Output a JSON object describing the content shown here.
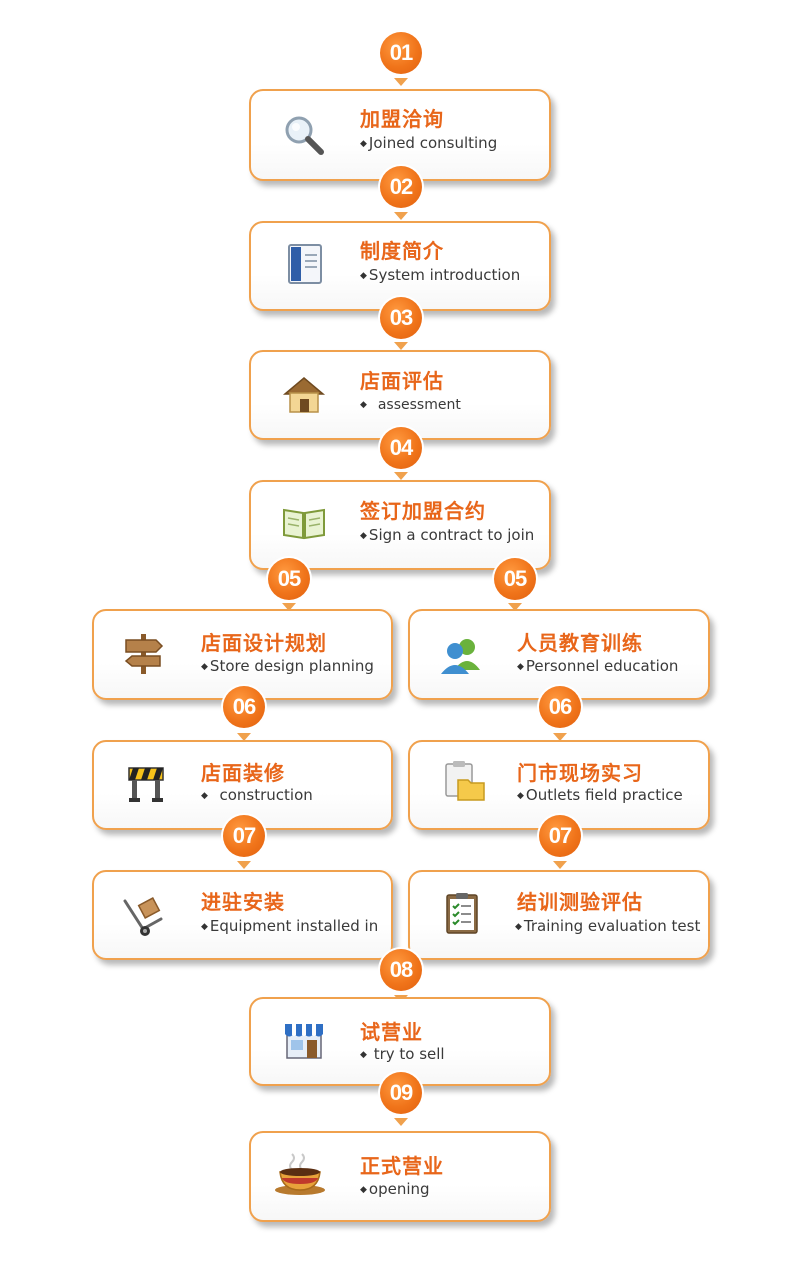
{
  "steps": [
    {
      "num": "01",
      "title": "加盟洽询",
      "subtitle": "Joined consulting",
      "icon": "magnifier-icon"
    },
    {
      "num": "02",
      "title": "制度简介",
      "subtitle": "System introduction",
      "icon": "document-icon"
    },
    {
      "num": "03",
      "title": "店面评估",
      "subtitle": "assessment",
      "icon": "house-icon"
    },
    {
      "num": "04",
      "title": "签订加盟合约",
      "subtitle": "Sign a contract to join",
      "icon": "open-book-icon"
    },
    {
      "num": "05",
      "title": "店面设计规划",
      "subtitle": "Store design planning",
      "icon": "signpost-icon"
    },
    {
      "num": "05",
      "title": "人员教育训练",
      "subtitle": "Personnel education",
      "icon": "users-icon"
    },
    {
      "num": "06",
      "title": "店面装修",
      "subtitle": "construction",
      "icon": "barrier-icon"
    },
    {
      "num": "06",
      "title": "门市现场实习",
      "subtitle": "Outlets field practice",
      "icon": "clipboard-folder-icon"
    },
    {
      "num": "07",
      "title": "进驻安装",
      "subtitle": "Equipment installed in",
      "icon": "hand-truck-icon"
    },
    {
      "num": "07",
      "title": "结训测验评估",
      "subtitle": "Training evaluation test",
      "icon": "checklist-icon"
    },
    {
      "num": "08",
      "title": "试营业",
      "subtitle": "try to sell",
      "icon": "storefront-icon"
    },
    {
      "num": "09",
      "title": "正式营业",
      "subtitle": "opening",
      "icon": "coffee-cup-icon"
    }
  ],
  "colors": {
    "accent": "#e8661a",
    "border": "#f0a14d",
    "badge": "#f0741a"
  }
}
